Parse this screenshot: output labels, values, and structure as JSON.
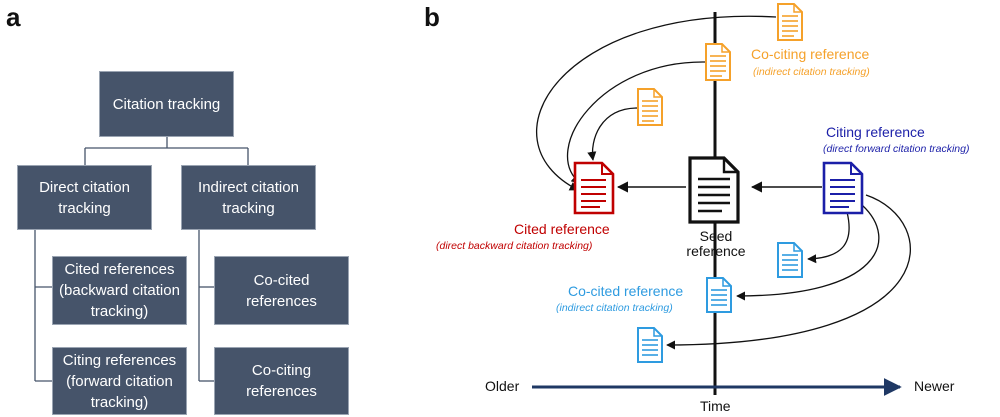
{
  "panel_a": {
    "label": "a",
    "root": "Citation tracking",
    "direct": "Direct citation\ntracking",
    "indirect": "Indirect citation\ntracking",
    "cited_refs": "Cited references\n(backward citation\ntracking)",
    "citing_refs": "Citing references\n(forward citation\ntracking)",
    "co_cited_refs": "Co-cited\nreferences",
    "co_citing_refs": "Co-citing\nreferences"
  },
  "panel_b": {
    "label": "b",
    "co_citing": {
      "title": "Co-citing reference",
      "subtitle": "(indirect citation tracking)"
    },
    "citing": {
      "title": "Citing reference",
      "subtitle": "(direct forward citation tracking)"
    },
    "cited": {
      "title": "Cited reference",
      "subtitle": "(direct backward citation tracking)"
    },
    "co_cited": {
      "title": "Co-cited reference",
      "subtitle": "(indirect citation tracking)"
    },
    "seed_line1": "Seed",
    "seed_line2": "reference",
    "axis_older": "Older",
    "axis_newer": "Newer",
    "axis_time": "Time"
  },
  "colors": {
    "box_fill": "#46546a",
    "orange": "#f5a12a",
    "red": "#c00000",
    "navy": "#1b1fa8",
    "light_blue": "#2e9be0",
    "axis": "#1f3864"
  }
}
